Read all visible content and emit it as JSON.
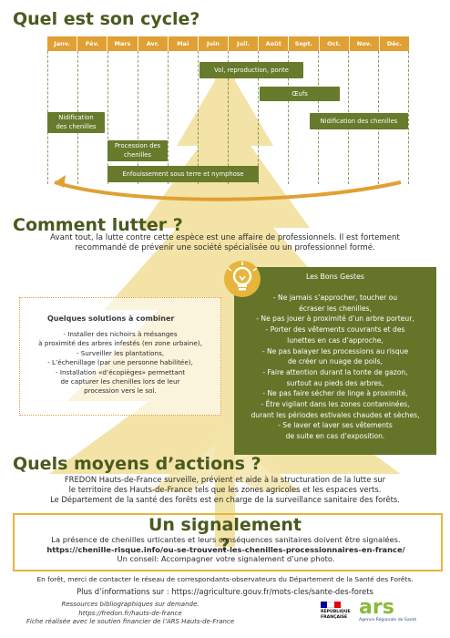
{
  "colors": {
    "olive": "#687a2b",
    "dark_olive": "#4a5a1f",
    "orange": "#e0a033",
    "box_green": "#64752a",
    "tree": "#f3e3a7"
  },
  "cycle": {
    "title": "Quel est son cycle?",
    "months": [
      "Janv.",
      "Fév.",
      "Mars",
      "Avr.",
      "Mai",
      "Juin",
      "Juil.",
      "Août",
      "Sept.",
      "Oct.",
      "Nov.",
      "Déc."
    ],
    "events": [
      {
        "label": "Vol, reproduction, ponte"
      },
      {
        "label": "Œufs"
      },
      {
        "label": "Nidification des chenilles",
        "line1": "Nidification",
        "line2": "des chenilles"
      },
      {
        "label": "Nidification des chenilles"
      },
      {
        "label": "Procession des chenilles",
        "line1": "Procession des",
        "line2": "chenilles"
      },
      {
        "label": "Enfouissement sous terre et nymphose"
      }
    ]
  },
  "lutter": {
    "title": "Comment lutter ?",
    "intro_line1": "Avant tout, la lutte contre cette espèce est une affaire de professionnels. Il est fortement",
    "intro_line2": "recommandé de prévenir une société spécialisée ou un professionnel formé.",
    "solutions_title": "Quelques solutions à combiner",
    "solutions_lines": [
      "- Installer des nichoirs à mésanges",
      "à proximité des arbres infestés (en zone urbaine),",
      "- Surveiller les plantations,",
      "- L’échenillage (par une personne habilitée),",
      "- Installation «d’écopièges» permettant",
      "de capturer les chenilles lors de leur",
      "procession vers le sol."
    ],
    "bons_title": "Les Bons Gestes",
    "bons_lines": [
      "- Ne jamais s’approcher, toucher ou",
      "écraser les chenilles,",
      "- Ne pas jouer à proximité d’un arbre porteur,",
      "- Porter des vêtements couvrants et des",
      "lunettes en cas d’approche,",
      "- Ne pas balayer les processions au risque",
      "de créer un nuage de poils,",
      "- Faire attention durant la tonte de gazon,",
      "surtout au pieds des arbres,",
      "- Ne pas faire sécher de linge à proximité,",
      "- Être vigilant dans les zones contaminées,",
      "durant les périodes estivales chaudes et sèches,",
      "- Se laver et laver ses vêtements",
      "de suite en cas d’exposition."
    ]
  },
  "moyens": {
    "title": "Quels moyens d’actions ?",
    "lines": [
      "FREDON Hauts-de-France surveille, prévient et aide à la structuration de la lutte sur",
      "le territoire des Hauts-de-France tels que les zones agricoles et les espaces verts.",
      "Le Département de la santé des forêts est en charge de la surveillance sanitaire des forêts."
    ]
  },
  "signalement": {
    "title": "Un signalement ?",
    "line1": "La présence de chenilles urticantes et leurs conséquences sanitaires doivent être signalées.",
    "link": "https://chenille-risque.info/ou-se-trouvent-les-chenilles-processionnaires-en-france/",
    "line3": "Un conseil: Accompagner votre signalement d’une photo."
  },
  "footer": {
    "forest_line": "En forêt, merci de contacter le réseau de correspondants-observateurs du Département de la Santé des Forêts.",
    "more_info": "Plus d’informations sur : https://agriculture.gouv.fr/mots-cles/sante-des-forets",
    "ressources": "Ressources bibliographiques sur demande.",
    "fredon_url": "https://fredon.fr/hauts-de-france",
    "fiche": "Fiche réalisée avec le soutien financier de l’ARS Hauts-de-France"
  },
  "logos": {
    "republique_line1": "RÉPUBLIQUE",
    "republique_line2": "FRANÇAISE",
    "ars_text": "ars",
    "ars_sub": "Agence Régionale de Santé"
  }
}
